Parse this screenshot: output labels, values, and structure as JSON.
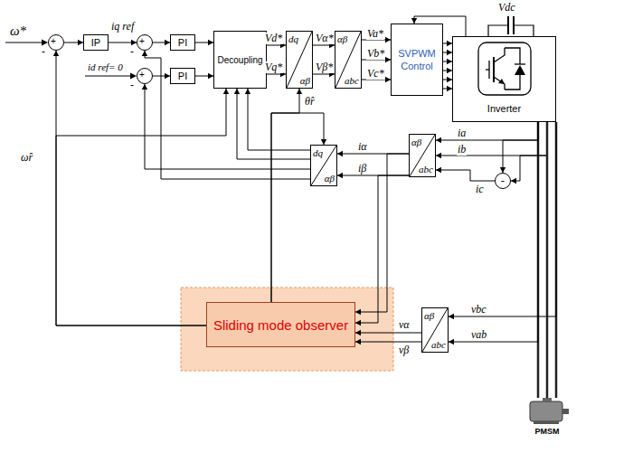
{
  "diagram": {
    "nodes": [
      {
        "text": [
          "+",
          "-"
        ]
      },
      {
        "text": [
          "IP"
        ]
      },
      {
        "text": [
          "+",
          "-"
        ]
      },
      {
        "text": [
          "PI"
        ]
      },
      {
        "text": [
          "+",
          "-"
        ]
      },
      {
        "text": [
          "PI"
        ]
      },
      {
        "text": [
          "Decoupling"
        ]
      },
      {
        "text": [
          "dq",
          "αβ"
        ]
      },
      {
        "text": [
          "αβ",
          "abc"
        ]
      },
      {
        "text": [
          "SVPWM Control"
        ]
      },
      {
        "text": [
          "Inverter"
        ]
      },
      {
        "text": [
          "dq",
          "αβ"
        ]
      },
      {
        "text": [
          "αβ",
          "abc"
        ]
      },
      {
        "text": [
          "-"
        ]
      },
      {
        "text": [
          "Sliding mode observer"
        ]
      },
      {
        "text": [
          "αβ",
          "abc"
        ]
      },
      {
        "text": [
          "PMSM"
        ]
      }
    ],
    "edges": [
      {
        "from": 0,
        "to": 1,
        "arrow": "to"
      },
      {
        "from": 1,
        "to": 2,
        "arrow": "to",
        "label": "iq ref"
      },
      {
        "from": 2,
        "to": 3,
        "arrow": "to"
      },
      {
        "from": 4,
        "to": 5,
        "arrow": "to"
      },
      {
        "from": 3,
        "to": 6,
        "arrow": "to"
      },
      {
        "from": 5,
        "to": 6,
        "arrow": "to"
      },
      {
        "from": 6,
        "to": 7,
        "arrow": "to",
        "label": "Vd*"
      },
      {
        "from": 6,
        "to": 7,
        "arrow": "to",
        "label": "Vq*"
      },
      {
        "from": 7,
        "to": 8,
        "arrow": "to",
        "label": "Vα*"
      },
      {
        "from": 7,
        "to": 8,
        "arrow": "to",
        "label": "Vβ*"
      },
      {
        "from": 8,
        "to": 9,
        "arrow": "to",
        "label": "Va*"
      },
      {
        "from": 8,
        "to": 9,
        "arrow": "to",
        "label": "Vb*"
      },
      {
        "from": 8,
        "to": 9,
        "arrow": "to",
        "label": "Vc*"
      },
      {
        "from": 9,
        "to": 10,
        "arrow": "to"
      },
      {
        "from": 9,
        "to": 10,
        "arrow": "to"
      },
      {
        "from": 9,
        "to": 10,
        "arrow": "to"
      },
      {
        "from": 9,
        "to": 10,
        "arrow": "to"
      },
      {
        "from": 9,
        "to": 10,
        "arrow": "to"
      },
      {
        "from": 9,
        "to": 10,
        "arrow": "to"
      },
      {
        "from": 10,
        "to": 9,
        "arrow": "to"
      },
      {
        "from": 10,
        "to": 12,
        "arrow": "to",
        "label": "ia"
      },
      {
        "from": 10,
        "to": 12,
        "arrow": "to",
        "label": "ib"
      },
      {
        "from": 10,
        "to": 13,
        "arrow": "to"
      },
      {
        "from": 10,
        "to": 13,
        "arrow": "to"
      },
      {
        "from": 13,
        "to": 12,
        "arrow": "to",
        "label": "ic"
      },
      {
        "from": 12,
        "to": 11,
        "arrow": "to",
        "label": "iα"
      },
      {
        "from": 12,
        "to": 11,
        "arrow": "to",
        "label": "iβ"
      },
      {
        "from": 12,
        "to": 14,
        "arrow": "to"
      },
      {
        "from": 12,
        "to": 14,
        "arrow": "to"
      },
      {
        "from": 11,
        "to": 2,
        "arrow": "to"
      },
      {
        "from": 11,
        "to": 4,
        "arrow": "to"
      },
      {
        "from": 11,
        "to": 6,
        "arrow": "to"
      },
      {
        "from": 11,
        "to": 6,
        "arrow": "to"
      },
      {
        "from": 14,
        "to": 0,
        "arrow": "to",
        "label": "ω̂r"
      },
      {
        "from": 14,
        "to": 6,
        "arrow": "to"
      },
      {
        "from": 14,
        "to": 7,
        "arrow": "to",
        "label": "θ̂r"
      },
      {
        "from": 14,
        "to": 11,
        "arrow": "to"
      },
      {
        "from": 10,
        "to": 15,
        "arrow": "to",
        "label": "vbc"
      },
      {
        "from": 10,
        "to": 15,
        "arrow": "to",
        "label": "vab"
      },
      {
        "from": 15,
        "to": 14,
        "arrow": "to",
        "label": "vα"
      },
      {
        "from": 15,
        "to": 14,
        "arrow": "to",
        "label": "vβ"
      },
      {
        "from": 10,
        "to": 16,
        "arrow": "none"
      }
    ],
    "labels": [
      "ω*",
      "id ref= 0",
      "Vdc"
    ]
  }
}
